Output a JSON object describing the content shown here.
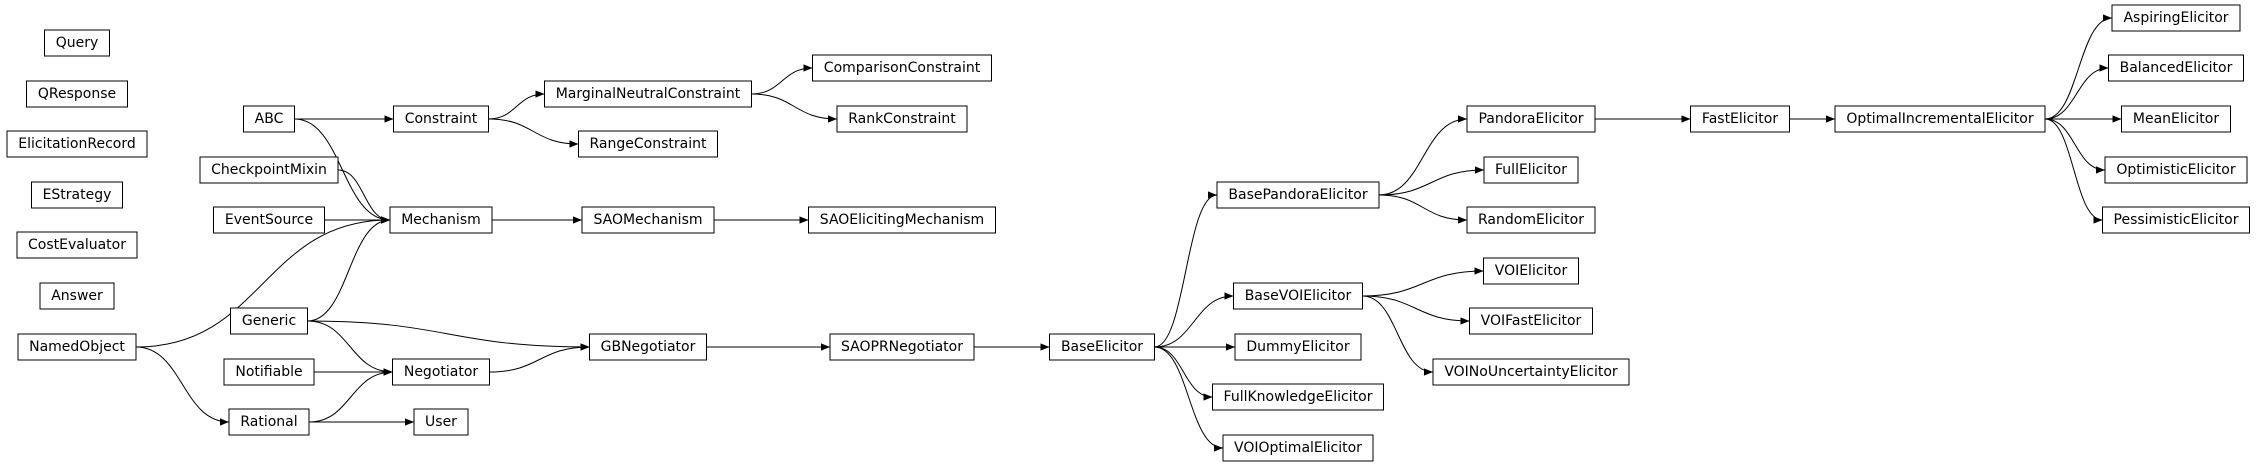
{
  "diagram": {
    "type": "class-inheritance-graph",
    "nodes": [
      {
        "id": "Query",
        "label": "Query"
      },
      {
        "id": "QResponse",
        "label": "QResponse"
      },
      {
        "id": "ElicitationRecord",
        "label": "ElicitationRecord"
      },
      {
        "id": "EStrategy",
        "label": "EStrategy"
      },
      {
        "id": "CostEvaluator",
        "label": "CostEvaluator"
      },
      {
        "id": "Answer",
        "label": "Answer"
      },
      {
        "id": "NamedObject",
        "label": "NamedObject"
      },
      {
        "id": "ABC",
        "label": "ABC"
      },
      {
        "id": "CheckpointMixin",
        "label": "CheckpointMixin"
      },
      {
        "id": "EventSource",
        "label": "EventSource"
      },
      {
        "id": "Generic",
        "label": "Generic"
      },
      {
        "id": "Notifiable",
        "label": "Notifiable"
      },
      {
        "id": "Rational",
        "label": "Rational"
      },
      {
        "id": "Constraint",
        "label": "Constraint"
      },
      {
        "id": "Mechanism",
        "label": "Mechanism"
      },
      {
        "id": "Negotiator",
        "label": "Negotiator"
      },
      {
        "id": "User",
        "label": "User"
      },
      {
        "id": "MarginalNeutralConstraint",
        "label": "MarginalNeutralConstraint"
      },
      {
        "id": "RangeConstraint",
        "label": "RangeConstraint"
      },
      {
        "id": "SAOMechanism",
        "label": "SAOMechanism"
      },
      {
        "id": "GBNegotiator",
        "label": "GBNegotiator"
      },
      {
        "id": "ComparisonConstraint",
        "label": "ComparisonConstraint"
      },
      {
        "id": "RankConstraint",
        "label": "RankConstraint"
      },
      {
        "id": "SAOElicitingMechanism",
        "label": "SAOElicitingMechanism"
      },
      {
        "id": "SAOPRNegotiator",
        "label": "SAOPRNegotiator"
      },
      {
        "id": "BaseElicitor",
        "label": "BaseElicitor"
      },
      {
        "id": "BasePandoraElicitor",
        "label": "BasePandoraElicitor"
      },
      {
        "id": "BaseVOIElicitor",
        "label": "BaseVOIElicitor"
      },
      {
        "id": "DummyElicitor",
        "label": "DummyElicitor"
      },
      {
        "id": "FullKnowledgeElicitor",
        "label": "FullKnowledgeElicitor"
      },
      {
        "id": "VOIOptimalElicitor",
        "label": "VOIOptimalElicitor"
      },
      {
        "id": "PandoraElicitor",
        "label": "PandoraElicitor"
      },
      {
        "id": "FullElicitor",
        "label": "FullElicitor"
      },
      {
        "id": "RandomElicitor",
        "label": "RandomElicitor"
      },
      {
        "id": "VOIElicitor",
        "label": "VOIElicitor"
      },
      {
        "id": "VOIFastElicitor",
        "label": "VOIFastElicitor"
      },
      {
        "id": "VOINoUncertaintyElicitor",
        "label": "VOINoUncertaintyElicitor"
      },
      {
        "id": "FastElicitor",
        "label": "FastElicitor"
      },
      {
        "id": "OptimalIncrementalElicitor",
        "label": "OptimalIncrementalElicitor"
      },
      {
        "id": "AspiringElicitor",
        "label": "AspiringElicitor"
      },
      {
        "id": "BalancedElicitor",
        "label": "BalancedElicitor"
      },
      {
        "id": "MeanElicitor",
        "label": "MeanElicitor"
      },
      {
        "id": "OptimisticElicitor",
        "label": "OptimisticElicitor"
      },
      {
        "id": "PessimisticElicitor",
        "label": "PessimisticElicitor"
      }
    ],
    "edges": [
      {
        "from": "ABC",
        "to": "Constraint"
      },
      {
        "from": "ABC",
        "to": "Mechanism"
      },
      {
        "from": "CheckpointMixin",
        "to": "Mechanism"
      },
      {
        "from": "EventSource",
        "to": "Mechanism"
      },
      {
        "from": "NamedObject",
        "to": "Mechanism"
      },
      {
        "from": "Generic",
        "to": "Mechanism"
      },
      {
        "from": "NamedObject",
        "to": "Rational"
      },
      {
        "from": "Generic",
        "to": "Negotiator"
      },
      {
        "from": "Generic",
        "to": "GBNegotiator"
      },
      {
        "from": "Notifiable",
        "to": "Negotiator"
      },
      {
        "from": "Rational",
        "to": "Negotiator"
      },
      {
        "from": "Rational",
        "to": "User"
      },
      {
        "from": "Constraint",
        "to": "MarginalNeutralConstraint"
      },
      {
        "from": "Constraint",
        "to": "RangeConstraint"
      },
      {
        "from": "MarginalNeutralConstraint",
        "to": "ComparisonConstraint"
      },
      {
        "from": "MarginalNeutralConstraint",
        "to": "RankConstraint"
      },
      {
        "from": "Mechanism",
        "to": "SAOMechanism"
      },
      {
        "from": "SAOMechanism",
        "to": "SAOElicitingMechanism"
      },
      {
        "from": "Negotiator",
        "to": "GBNegotiator"
      },
      {
        "from": "GBNegotiator",
        "to": "SAOPRNegotiator"
      },
      {
        "from": "SAOPRNegotiator",
        "to": "BaseElicitor"
      },
      {
        "from": "BaseElicitor",
        "to": "BasePandoraElicitor"
      },
      {
        "from": "BaseElicitor",
        "to": "BaseVOIElicitor"
      },
      {
        "from": "BaseElicitor",
        "to": "DummyElicitor"
      },
      {
        "from": "BaseElicitor",
        "to": "FullKnowledgeElicitor"
      },
      {
        "from": "BaseElicitor",
        "to": "VOIOptimalElicitor"
      },
      {
        "from": "BasePandoraElicitor",
        "to": "PandoraElicitor"
      },
      {
        "from": "BasePandoraElicitor",
        "to": "FullElicitor"
      },
      {
        "from": "BasePandoraElicitor",
        "to": "RandomElicitor"
      },
      {
        "from": "BaseVOIElicitor",
        "to": "VOIElicitor"
      },
      {
        "from": "BaseVOIElicitor",
        "to": "VOIFastElicitor"
      },
      {
        "from": "BaseVOIElicitor",
        "to": "VOINoUncertaintyElicitor"
      },
      {
        "from": "PandoraElicitor",
        "to": "FastElicitor"
      },
      {
        "from": "FastElicitor",
        "to": "OptimalIncrementalElicitor"
      },
      {
        "from": "OptimalIncrementalElicitor",
        "to": "AspiringElicitor"
      },
      {
        "from": "OptimalIncrementalElicitor",
        "to": "BalancedElicitor"
      },
      {
        "from": "OptimalIncrementalElicitor",
        "to": "MeanElicitor"
      },
      {
        "from": "OptimalIncrementalElicitor",
        "to": "OptimisticElicitor"
      },
      {
        "from": "OptimalIncrementalElicitor",
        "to": "PessimisticElicitor"
      }
    ]
  }
}
